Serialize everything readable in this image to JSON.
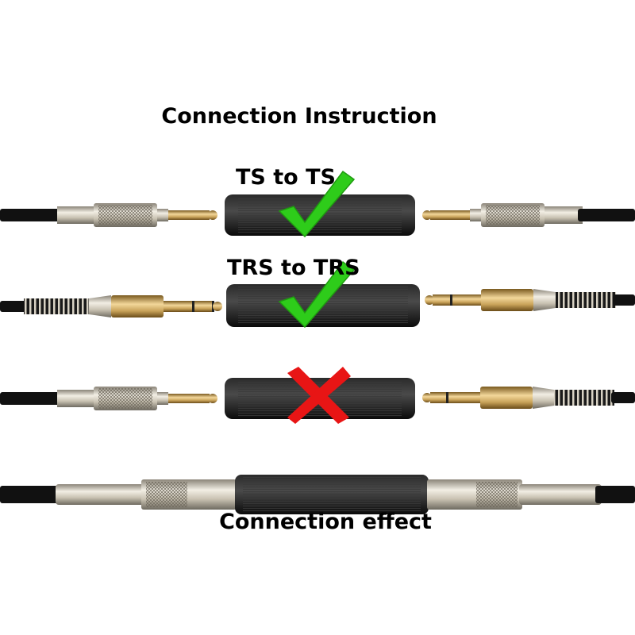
{
  "title": "Connection Instruction",
  "rows": [
    {
      "label": "TS to TS",
      "plug_type": "TS",
      "status": "correct"
    },
    {
      "label": "TRS to TRS",
      "plug_type": "TRS",
      "status": "correct"
    },
    {
      "label": "",
      "plug_type": "TS/TRS",
      "status": "incorrect"
    }
  ],
  "bottom_label": "Connection effect",
  "icons": {
    "correct": "check-icon",
    "incorrect": "cross-icon"
  },
  "colors": {
    "cable": "#111111",
    "coupler": "#1b1b1b",
    "gold": "#c9a35a",
    "metal": "#c8c2b4",
    "check": "#2ecc1a",
    "cross": "#e81515"
  }
}
